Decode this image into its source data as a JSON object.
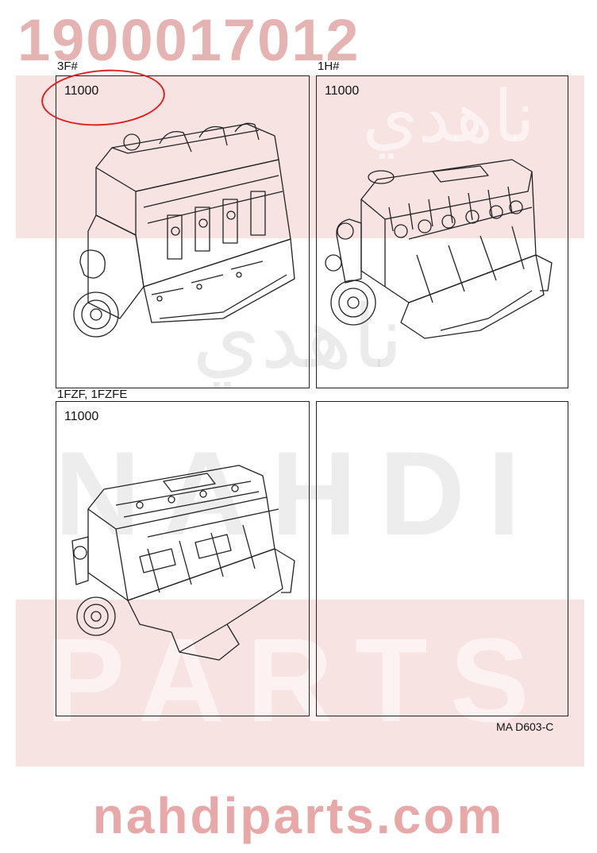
{
  "watermark": {
    "part_number": "1900017012",
    "site": "nahdiparts.com",
    "brand_line1": "NAHDI",
    "brand_line2": "PARTS",
    "brand_arabic": "ناهدي"
  },
  "panels": [
    {
      "label": "3F#",
      "number": "11000",
      "engine": "engine-3f-illustration",
      "highlighted": true
    },
    {
      "label": "1H#",
      "number": "11000",
      "engine": "engine-1h-illustration",
      "highlighted": false
    },
    {
      "label": "1FZF, 1FZFE",
      "number": "11000",
      "engine": "engine-1fzf-illustration",
      "highlighted": false
    },
    {
      "label": "",
      "number": "",
      "engine": "",
      "highlighted": false
    }
  ],
  "doc_code": "MA  D603-C",
  "colors": {
    "highlight": "#e02020",
    "watermark": "#e6b3b3",
    "line": "#222222"
  }
}
